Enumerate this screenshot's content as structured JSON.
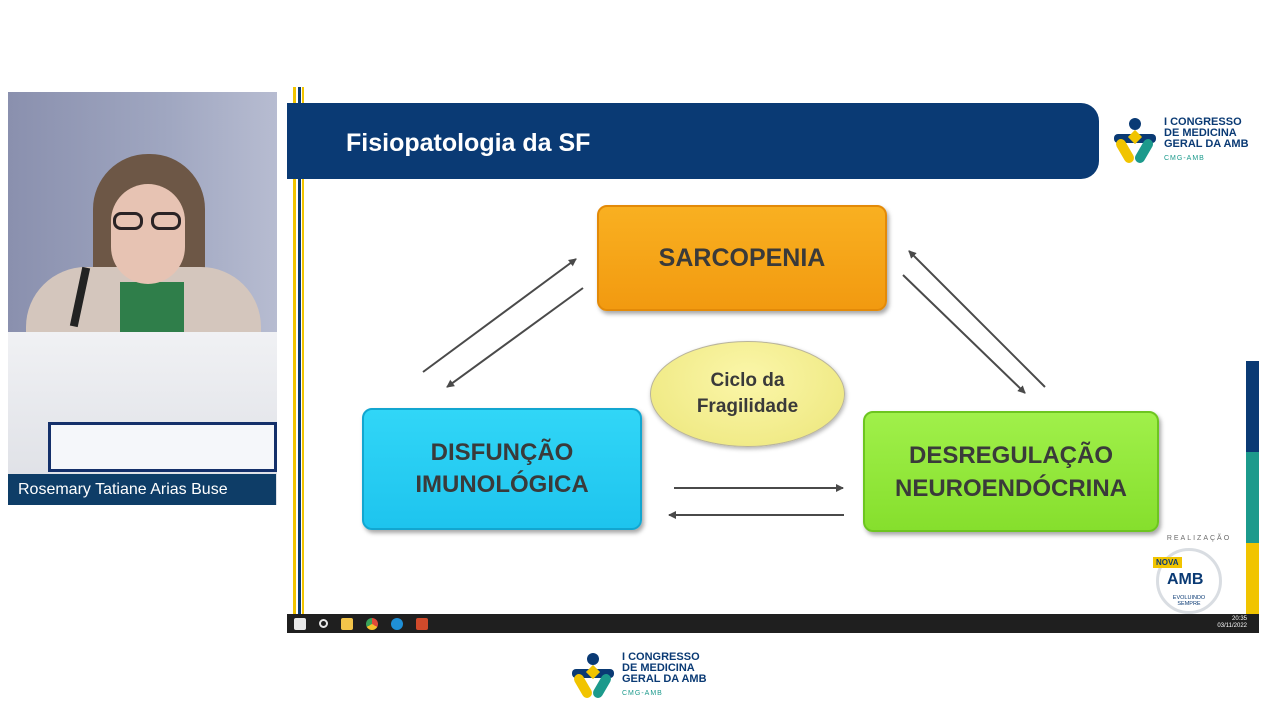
{
  "speaker": {
    "name": "Rosemary Tatiane Arias Buse"
  },
  "slide": {
    "title": "Fisiopatologia da SF",
    "nodes": {
      "sarcopenia": [
        "SARCOPENIA"
      ],
      "disfuncao": [
        "DISFUNÇÃO",
        "IMUNOLÓGICA"
      ],
      "desregulacao": [
        "DESREGULAÇÃO",
        "NEUROENDÓCRINA"
      ],
      "center": [
        "Ciclo da",
        "Fragilidade"
      ]
    },
    "colors": {
      "sarcopenia": "#f4a317",
      "disfuncao": "#25cdf3",
      "desregulacao": "#94e83c",
      "center": "#f5f08f",
      "title_bar": "#0a3a74",
      "accent_yellow": "#f1c400",
      "accent_teal": "#1c9a8c"
    },
    "header_logo": {
      "lines": [
        "I CONGRESSO",
        "DE MEDICINA",
        "GERAL DA AMB"
      ],
      "sub": "CMG-AMB"
    },
    "sponsor": {
      "label": "REALIZAÇÃO",
      "badge": "NOVA",
      "name": "AMB",
      "tagline": [
        "EVOLUINDO",
        "SEMPRE"
      ]
    }
  },
  "taskbar": {
    "icons": [
      "windows-start-icon",
      "search-icon",
      "file-explorer-icon",
      "chrome-icon",
      "edge-icon",
      "powerpoint-icon"
    ],
    "time": "20:35",
    "date": "03/11/2022"
  },
  "footer_logo": {
    "lines": [
      "I CONGRESSO",
      "DE MEDICINA",
      "GERAL DA AMB"
    ],
    "sub": "CMG-AMB"
  }
}
